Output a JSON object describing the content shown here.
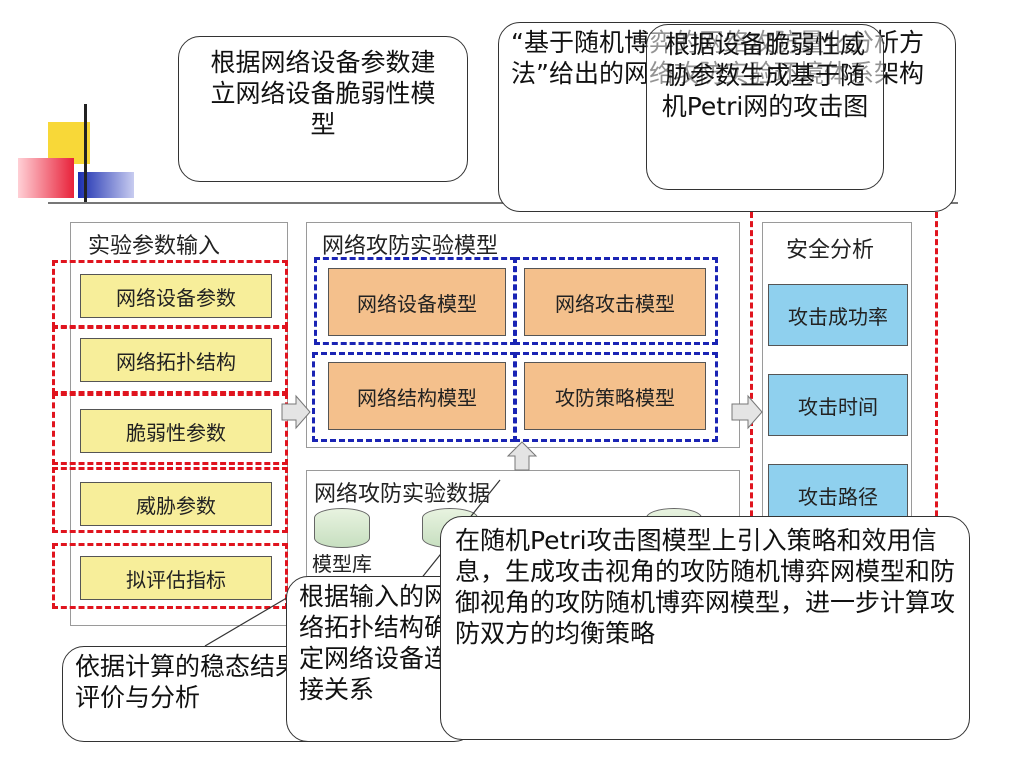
{
  "colors": {
    "red_dash": "#e0141e",
    "blue_dash": "#1a24b4",
    "yellow_box": "#f7ee9a",
    "orange_box": "#f4c08c",
    "blue_box": "#8fd0ee",
    "logo_yellow": "#f8d838",
    "logo_red": "#e8223a",
    "logo_blue": "#1b2fb0"
  },
  "input_panel": {
    "title": "实验参数输入",
    "items": [
      "网络设备参数",
      "网络拓扑结构",
      "脆弱性参数",
      "威胁参数",
      "拟评估指标"
    ]
  },
  "model_panel": {
    "title": "网络攻防实验模型",
    "models": [
      "网络设备模型",
      "网络攻击模型",
      "网络结构模型",
      "攻防策略模型"
    ]
  },
  "db_panel": {
    "title": "网络攻防实验数据",
    "db_label": "模型库"
  },
  "analysis_panel": {
    "title": "安全分析",
    "items": [
      "攻击成功率",
      "攻击时间",
      "攻击路径"
    ]
  },
  "callouts": {
    "device_model": "根据网络设备参数建立网络设备脆弱性模型",
    "quant_framework": "“基于随机博弈的网络攻防量化分析方法”给出的网络攻防实验环境体系架构",
    "attack_graph": "根据设备脆弱性威胁参数生成基于随机Petri网的攻击图",
    "strategy": "在随机Petri攻击图模型上引入策略和效用信息，生成攻击视角的攻防随机博弈网模型和防御视角的攻防随机博弈网模型，进一步计算攻防双方的均衡策略",
    "topology": "根据输入的网络拓扑结构确定网络设备连接关系",
    "evaluation": "依据计算的稳态结果给出评价与分析"
  }
}
